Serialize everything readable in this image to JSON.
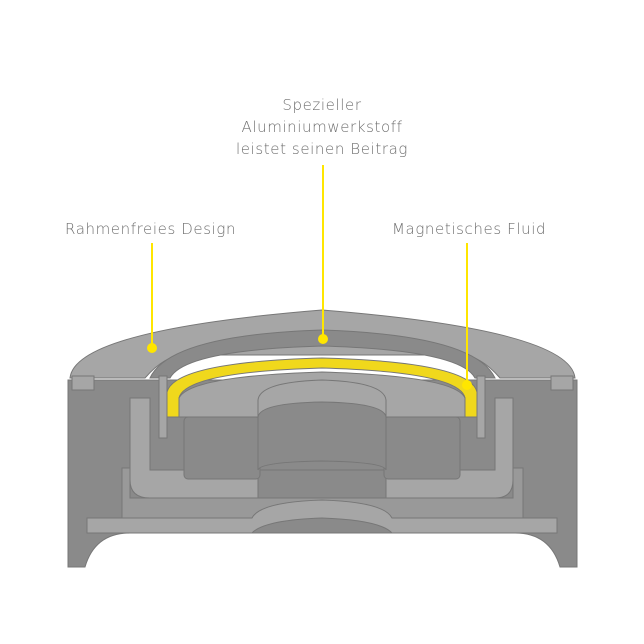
{
  "labels": {
    "aluminium": [
      "Spezieller",
      "Aluminiumwerkstoff",
      "leistet seinen Beitrag"
    ],
    "frameless": "Rahmenfreies Design",
    "fluid": "Magnetisches Fluid"
  },
  "colors": {
    "callout": "#ffe600",
    "fluid": "#f0d81c",
    "light_gray": "#a6a6a6",
    "mid_gray": "#999999",
    "dark_gray": "#8a8a8a",
    "outline": "#777777"
  }
}
